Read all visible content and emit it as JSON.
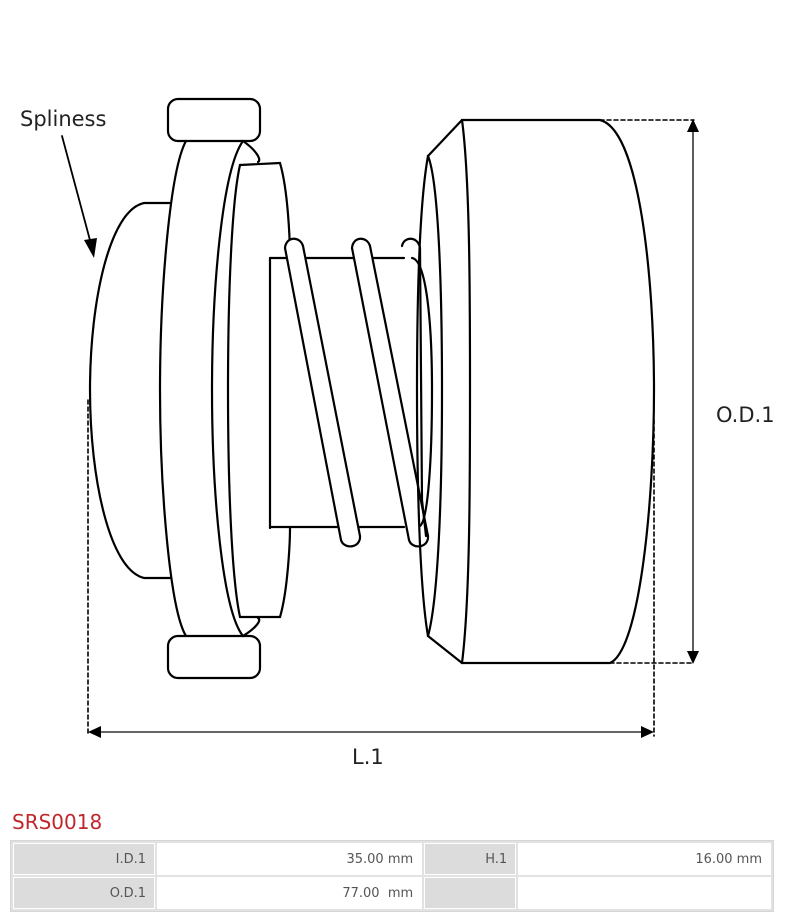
{
  "drawing": {
    "callout_label": "Spliness",
    "dimension_od_label": "O.D.1",
    "dimension_length_label": "L.1"
  },
  "product": {
    "code": "SRS0018",
    "code_color": "#c0272d"
  },
  "specs": {
    "rows": [
      {
        "k1": "I.D.1",
        "v1": "35.00 mm",
        "k2": "H.1",
        "v2": "16.00 mm"
      },
      {
        "k1": "O.D.1",
        "v1": "77.00  mm",
        "k2": "",
        "v2": ""
      }
    ]
  }
}
